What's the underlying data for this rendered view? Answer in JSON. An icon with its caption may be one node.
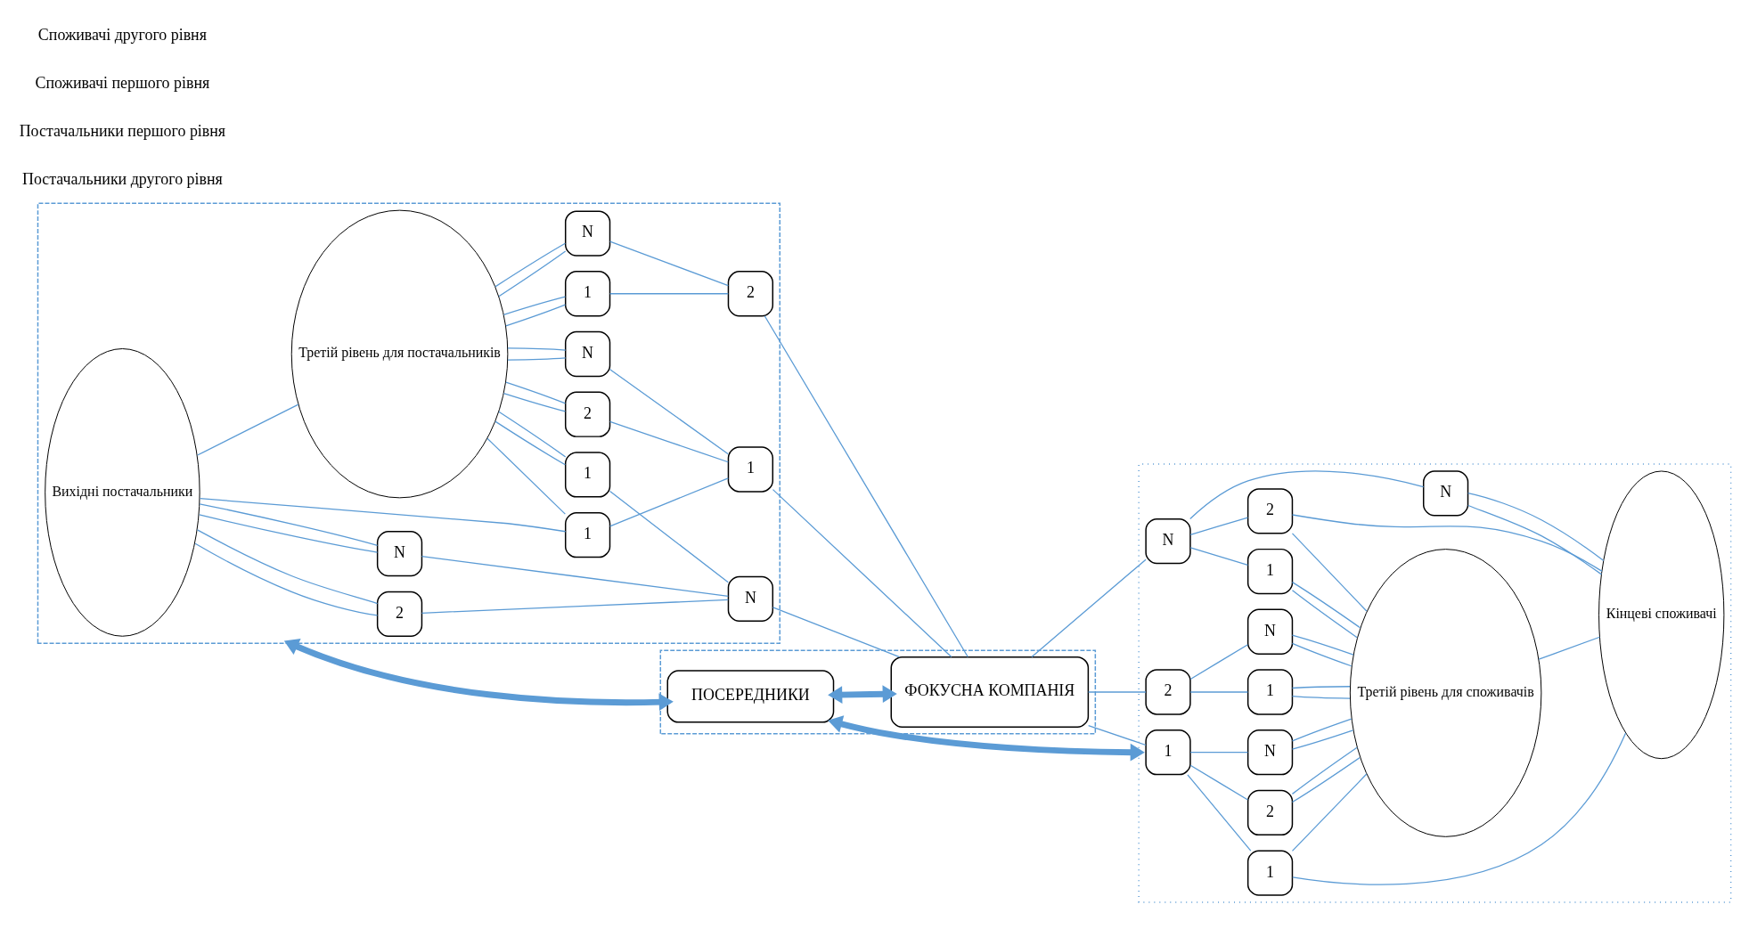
{
  "diagram": {
    "nodes": [
      {
        "text": [],
        "shape": "box"
      },
      {
        "text": [
          "Вихідні постачальники"
        ],
        "in": 0
      },
      {
        "text": [
          "Третій рівень для постачальників"
        ],
        "in": 0
      },
      {
        "text": [
          "1"
        ],
        "in": 0
      },
      {
        "text": [
          "2"
        ],
        "in": 0
      },
      {
        "text": [
          "N"
        ],
        "in": 0
      },
      {
        "text": [
          "1"
        ],
        "in": 0
      },
      {
        "text": [
          "N"
        ],
        "in": 0
      },
      {
        "text": [
          "1"
        ],
        "in": 0
      },
      {
        "text": [
          "2"
        ],
        "in": 0
      },
      {
        "text": [
          "N"
        ],
        "in": 0
      },
      {
        "text": [
          "1"
        ],
        "in": 0
      },
      {
        "text": [
          "2"
        ],
        "in": 0
      },
      {
        "text": [
          "N"
        ],
        "in": 0
      },
      {
        "text": [],
        "shape": "box"
      },
      {
        "text": [
          "ФОКУСНА КОМПАНІЯ"
        ],
        "in": 14
      },
      {
        "text": [
          "ПОСЕРЕДНИКИ"
        ],
        "in": 14
      },
      {
        "text": [],
        "shape": "box"
      },
      {
        "text": [
          "1"
        ],
        "in": 17
      },
      {
        "text": [
          "2"
        ],
        "in": 17
      },
      {
        "text": [
          "N"
        ],
        "in": 17
      },
      {
        "text": [
          "1"
        ],
        "in": 17
      },
      {
        "text": [
          "2"
        ],
        "in": 17
      },
      {
        "text": [
          "N"
        ],
        "in": 17
      },
      {
        "text": [
          "1"
        ],
        "in": 17
      },
      {
        "text": [
          "N"
        ],
        "in": 17
      },
      {
        "text": [
          "1"
        ],
        "in": 17
      },
      {
        "text": [
          "2"
        ],
        "in": 17
      },
      {
        "text": [
          "N"
        ],
        "in": 17
      },
      {
        "text": [
          "Третій рівень для споживачів"
        ],
        "in": 17
      },
      {
        "text": [
          "Кінцеві споживачі"
        ],
        "in": 17
      }
    ],
    "edges": [
      {
        "from": 1,
        "to": 2,
        "arrow": "none"
      },
      {
        "from": 1,
        "to": 3,
        "arrow": "none"
      },
      {
        "from": 2,
        "to": 3,
        "arrow": "none"
      },
      {
        "from": 2,
        "to": 4,
        "arrow": "none"
      },
      {
        "from": 2,
        "to": 4,
        "arrow": "none"
      },
      {
        "from": 2,
        "to": 5,
        "arrow": "none"
      },
      {
        "from": 2,
        "to": 5,
        "arrow": "none"
      },
      {
        "from": 2,
        "to": 6,
        "arrow": "none"
      },
      {
        "from": 2,
        "to": 6,
        "arrow": "none"
      },
      {
        "from": 2,
        "to": 7,
        "arrow": "none"
      },
      {
        "from": 2,
        "to": 7,
        "arrow": "none"
      },
      {
        "from": 2,
        "to": 8,
        "arrow": "none"
      },
      {
        "from": 2,
        "to": 8,
        "arrow": "none"
      },
      {
        "from": 1,
        "to": 9,
        "arrow": "none"
      },
      {
        "from": 1,
        "to": 9,
        "arrow": "none"
      },
      {
        "from": 1,
        "to": 10,
        "arrow": "none"
      },
      {
        "from": 1,
        "to": 10,
        "arrow": "none"
      },
      {
        "from": 3,
        "to": 11,
        "arrow": "none"
      },
      {
        "from": 4,
        "to": 11,
        "arrow": "none"
      },
      {
        "from": 5,
        "to": 11,
        "arrow": "none"
      },
      {
        "from": 6,
        "to": 12,
        "arrow": "none"
      },
      {
        "from": 7,
        "to": 12,
        "arrow": "none"
      },
      {
        "from": 8,
        "to": 13,
        "arrow": "none"
      },
      {
        "from": 9,
        "to": 13,
        "arrow": "none"
      },
      {
        "from": 10,
        "to": 13,
        "arrow": "none"
      },
      {
        "from": 11,
        "to": 15,
        "arrow": "none"
      },
      {
        "from": 12,
        "to": 15,
        "arrow": "none"
      },
      {
        "from": 13,
        "to": 15,
        "arrow": "none"
      },
      {
        "from": 15,
        "to": 16,
        "arrow": "both",
        "style": "thick"
      },
      {
        "from": 0,
        "to": 16,
        "arrow": "both",
        "style": "thick"
      },
      {
        "from": 16,
        "to": 17,
        "arrow": "both",
        "style": "thick"
      },
      {
        "from": 15,
        "to": 18,
        "arrow": "none"
      },
      {
        "from": 15,
        "to": 19,
        "arrow": "none"
      },
      {
        "from": 15,
        "to": 20,
        "arrow": "none"
      },
      {
        "from": 18,
        "to": 21,
        "arrow": "none"
      },
      {
        "from": 18,
        "to": 22,
        "arrow": "none"
      },
      {
        "from": 18,
        "to": 23,
        "arrow": "none"
      },
      {
        "from": 19,
        "to": 24,
        "arrow": "none"
      },
      {
        "from": 19,
        "to": 25,
        "arrow": "none"
      },
      {
        "from": 20,
        "to": 26,
        "arrow": "none"
      },
      {
        "from": 20,
        "to": 27,
        "arrow": "none"
      },
      {
        "from": 20,
        "to": 28,
        "arrow": "none"
      },
      {
        "from": 21,
        "to": 30,
        "arrow": "none"
      },
      {
        "from": 21,
        "to": 29,
        "arrow": "none"
      },
      {
        "from": 22,
        "to": 29,
        "arrow": "none"
      },
      {
        "from": 22,
        "to": 29,
        "arrow": "none"
      },
      {
        "from": 23,
        "to": 29,
        "arrow": "none"
      },
      {
        "from": 23,
        "to": 29,
        "arrow": "none"
      },
      {
        "from": 24,
        "to": 29,
        "arrow": "none"
      },
      {
        "from": 24,
        "to": 29,
        "arrow": "none"
      },
      {
        "from": 25,
        "to": 29,
        "arrow": "none"
      },
      {
        "from": 25,
        "to": 29,
        "arrow": "none"
      },
      {
        "from": 26,
        "to": 29,
        "arrow": "none"
      },
      {
        "from": 26,
        "to": 29,
        "arrow": "none"
      },
      {
        "from": 27,
        "to": 29,
        "arrow": "none"
      },
      {
        "from": 27,
        "to": 30,
        "arrow": "none"
      },
      {
        "from": 28,
        "to": 30,
        "arrow": "none"
      },
      {
        "from": 28,
        "to": 30,
        "arrow": "none"
      },
      {
        "from": 29,
        "to": 30,
        "arrow": "none"
      }
    ],
    "labels": [
      "Постачальники другого рівня",
      "Постачальники першого рівня",
      "Споживачі першого рівня",
      "Споживачі другого рівня"
    ]
  }
}
